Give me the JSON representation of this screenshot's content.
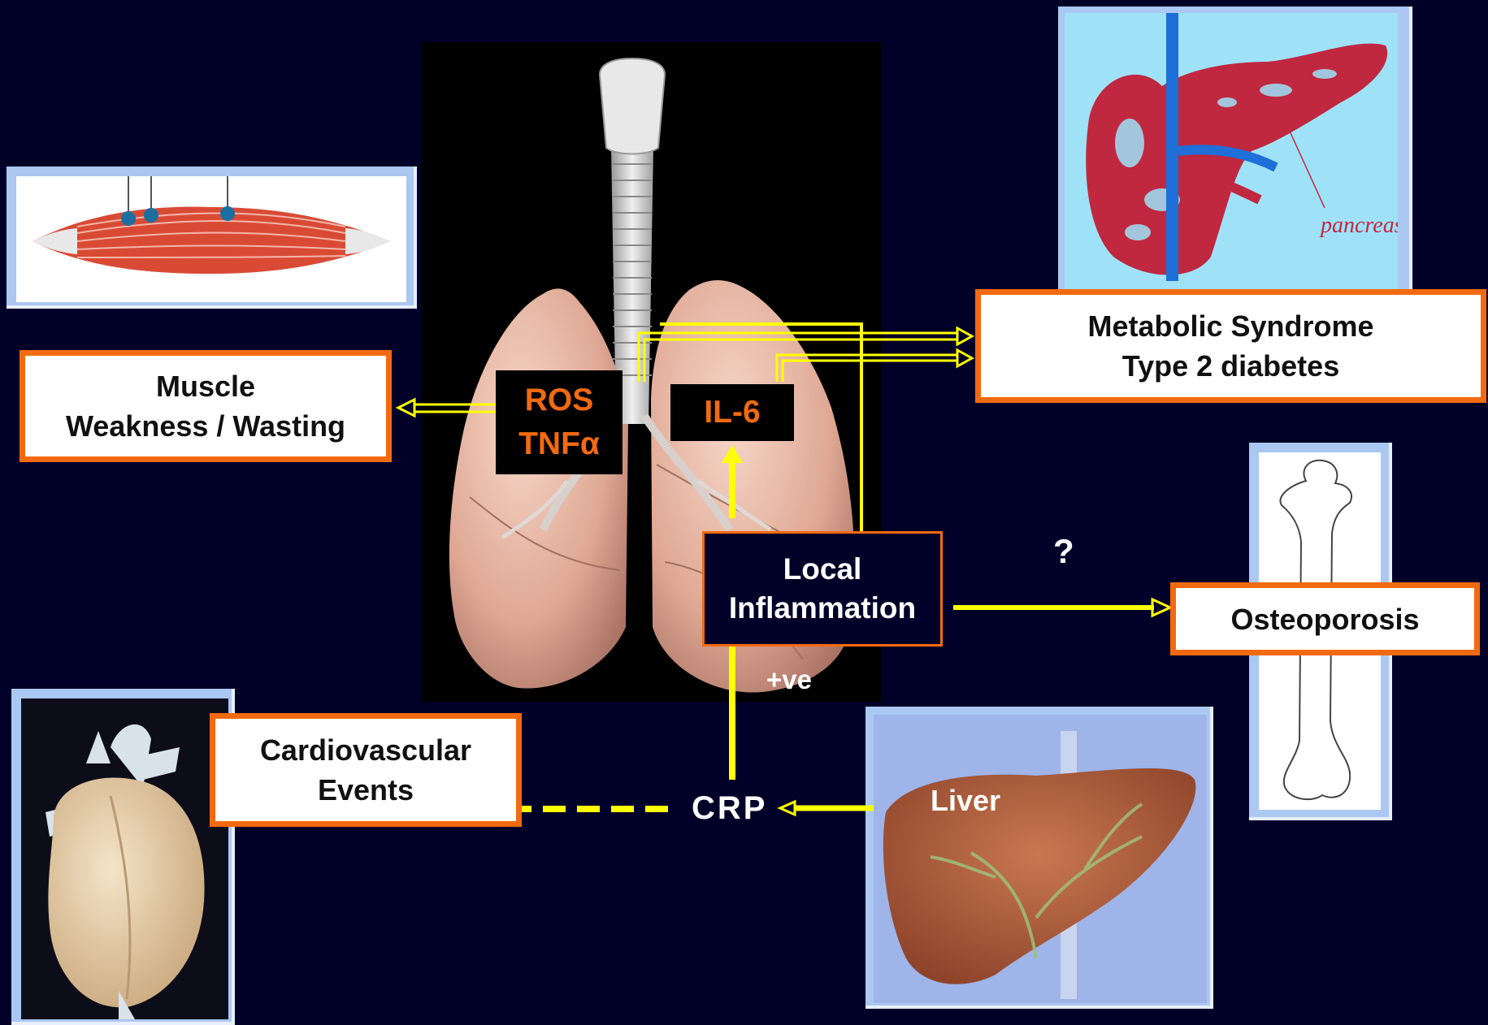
{
  "colors": {
    "background": "#000028",
    "arrow": "#ffff00",
    "box_border": "#f26a10",
    "frame": "#aac8f2"
  },
  "nodes": {
    "muscle_weakness": [
      "Muscle",
      "Weakness / Wasting"
    ],
    "metabolic_syndrome": [
      "Metabolic Syndrome",
      "Type 2 diabetes"
    ],
    "osteoporosis": "Osteoporosis",
    "cardiovascular_events": [
      "Cardiovascular",
      "Events"
    ],
    "local_inflammation": [
      "Local",
      "Inflammation"
    ],
    "ros_tnf": [
      "ROS",
      "TNFα"
    ],
    "il6": "IL-6",
    "crp": "CRP"
  },
  "annotations": {
    "question_mark": "?",
    "positive_effect": "+ve"
  },
  "image_labels": {
    "pancreas": "pancreas",
    "liver": "Liver"
  },
  "images": [
    "lungs-illustration",
    "muscle-illustration",
    "pancreas-illustration",
    "femur-illustration",
    "heart-illustration",
    "liver-illustration"
  ]
}
